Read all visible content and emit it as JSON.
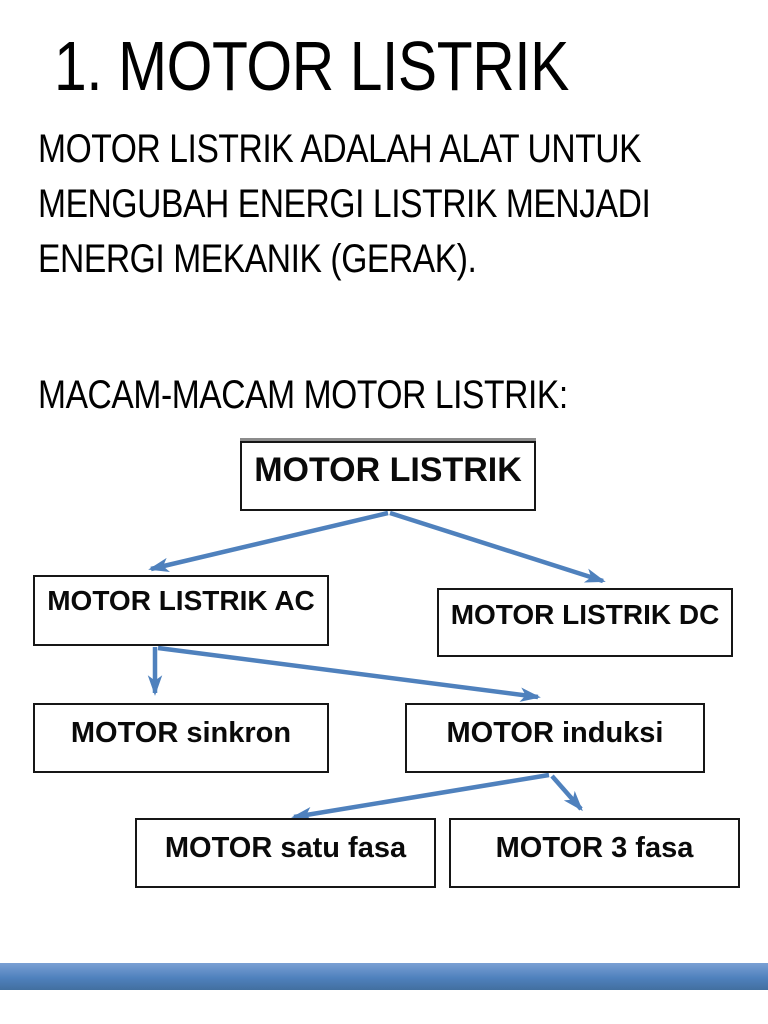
{
  "page": {
    "background": "#ffffff",
    "accent_blue": "#4f81bd"
  },
  "slide": {
    "title": "1. MOTOR LISTRIK",
    "body_lines": [
      "MOTOR LISTRIK ADALAH ALAT UNTUK",
      "MENGUBAH ENERGI LISTRIK MENJADI",
      "ENERGI MEKANIK (GERAK)."
    ],
    "subheading": "MACAM-MACAM MOTOR LISTRIK:"
  },
  "diagram": {
    "type": "tree",
    "arrow_color": "#4f81bd",
    "nodes": [
      {
        "id": "root",
        "label": "MOTOR LISTRIK"
      },
      {
        "id": "ac",
        "label": "MOTOR LISTRIK AC"
      },
      {
        "id": "dc",
        "label": "MOTOR LISTRIK DC"
      },
      {
        "id": "sinkron",
        "label": "MOTOR sinkron"
      },
      {
        "id": "induksi",
        "label": "MOTOR induksi"
      },
      {
        "id": "satu",
        "label": "MOTOR satu fasa"
      },
      {
        "id": "tiga",
        "label": "MOTOR 3 fasa"
      }
    ],
    "edges": [
      {
        "from": "MOTOR LISTRIK",
        "to": "MOTOR LISTRIK AC"
      },
      {
        "from": "MOTOR LISTRIK",
        "to": "MOTOR LISTRIK DC"
      },
      {
        "from": "MOTOR LISTRIK AC",
        "to": "MOTOR sinkron"
      },
      {
        "from": "MOTOR LISTRIK AC",
        "to": "MOTOR induksi"
      },
      {
        "from": "MOTOR induksi",
        "to": "MOTOR satu fasa"
      },
      {
        "from": "MOTOR induksi",
        "to": "MOTOR 3 fasa"
      }
    ]
  }
}
